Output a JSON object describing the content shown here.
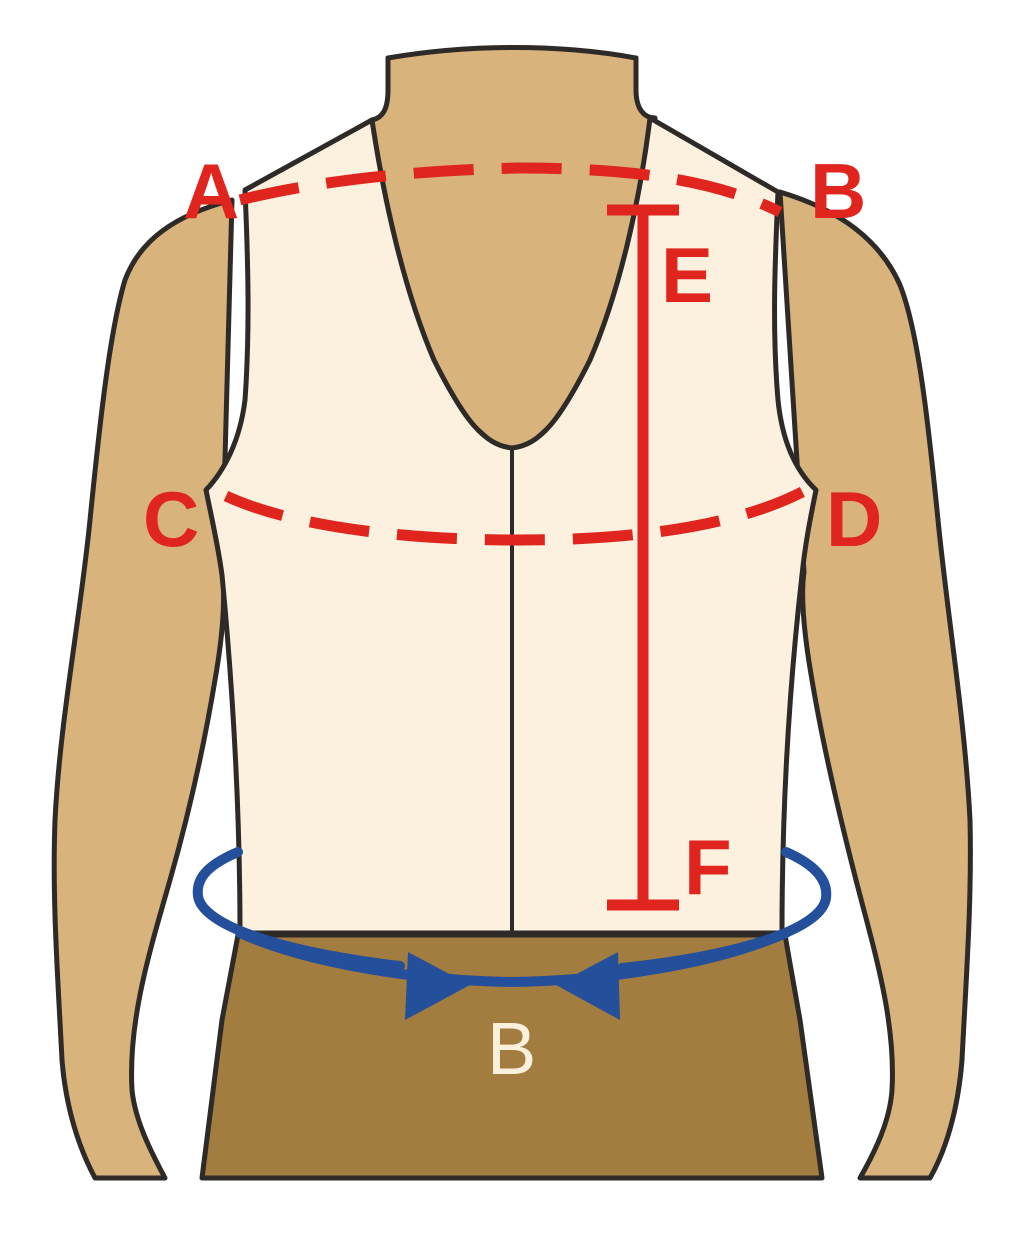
{
  "diagram": {
    "labels": {
      "shoulder_left": "A",
      "shoulder_right": "B",
      "chest_left": "C",
      "chest_right": "D",
      "length_top": "E",
      "length_bottom": "F",
      "waist": "B"
    },
    "colors": {
      "skin": "#d8b37c",
      "vest": "#fcf0de",
      "pants": "#a37c40",
      "outline": "#2e2a27",
      "measure_red": "#e0251f",
      "waist_blue": "#244f9b"
    }
  }
}
